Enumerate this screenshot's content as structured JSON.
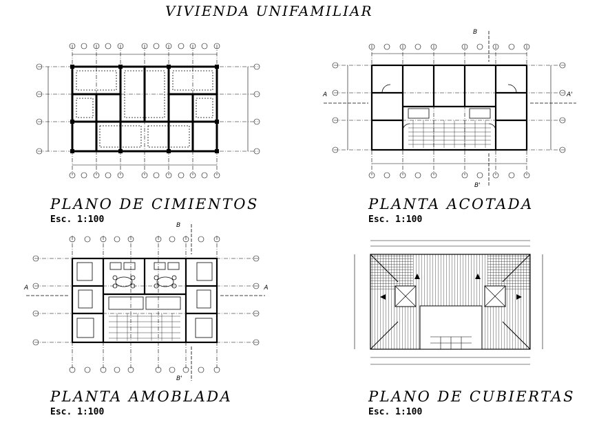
{
  "sheet": {
    "title": "VIVIENDA UNIFAMILIAR"
  },
  "panels": [
    {
      "id": "plano-cimientos",
      "title": "PLANO DE CIMIENTOS",
      "scale": "Esc. 1:100"
    },
    {
      "id": "planta-acotada",
      "title": "PLANTA ACOTADA",
      "scale": "Esc. 1:100",
      "section_marks": [
        "A",
        "A'",
        "B",
        "B'"
      ]
    },
    {
      "id": "planta-amoblada",
      "title": "PLANTA AMOBLADA",
      "scale": "Esc. 1:100",
      "section_marks": [
        "A",
        "A'",
        "B",
        "B'"
      ]
    },
    {
      "id": "plano-cubiertas",
      "title": "PLANO DE CUBIERTAS",
      "scale": "Esc. 1:100"
    }
  ]
}
